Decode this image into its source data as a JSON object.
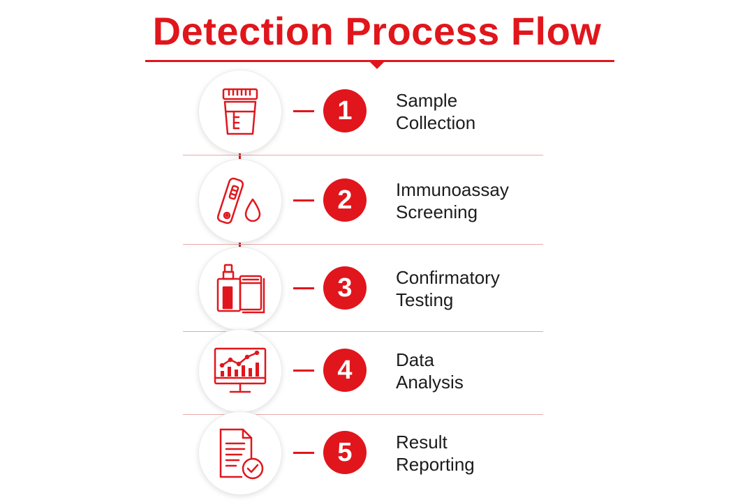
{
  "title": "Detection Process Flow",
  "colors": {
    "accent": "#e0161c",
    "text": "#1c1c1c",
    "divider": "#e8a9a9"
  },
  "steps": [
    {
      "number": "1",
      "line1": "Sample",
      "line2": "Collection",
      "icon": "specimen-cup-icon"
    },
    {
      "number": "2",
      "line1": "Immunoassay",
      "line2": "Screening",
      "icon": "test-strip-drop-icon"
    },
    {
      "number": "3",
      "line1": "Confirmatory",
      "line2": "Testing",
      "icon": "lab-instrument-icon"
    },
    {
      "number": "4",
      "line1": "Data",
      "line2": "Analysis",
      "icon": "monitor-chart-icon"
    },
    {
      "number": "5",
      "line1": "Result",
      "line2": "Reporting",
      "icon": "document-check-icon"
    }
  ]
}
